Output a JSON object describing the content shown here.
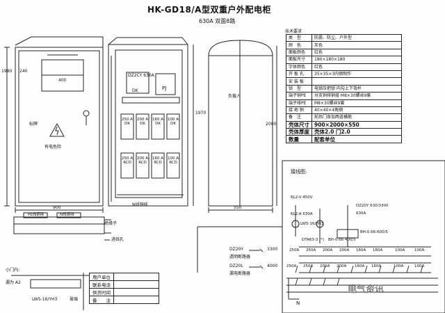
{
  "title": "HK-GD18/A型双重户外配电柜",
  "subtitle": "630A  双面8路",
  "front_view": {
    "height_dim": "1980",
    "top_dim": "240",
    "label_box_dim": "400",
    "width_dim": "900",
    "nameplate": "标牌",
    "warning": "有电危险",
    "plate_labels": [
      "PE线铜排",
      "N线铜排"
    ],
    "insulator_label": "绝缘子",
    "entry_label": "进线孔"
  },
  "interior_view": {
    "main_breaker": "DZ2CY 630A",
    "main_breaker_sub": "DK",
    "meter": "PJ",
    "top_breakers": [
      "250 A DK",
      "200 A DK",
      "160 A DK",
      "100 A DK"
    ],
    "bottom_breakers": [
      "250 A RCD",
      "200 A RCD",
      "160 A RCD",
      "100 A RCD"
    ],
    "busbar_label": "N线铜排",
    "height_dim": "1970"
  },
  "side_view": {
    "inner_label": "负载人",
    "height_dim": "2000",
    "depth_dim": "550"
  },
  "spec_table": {
    "caption": "技术要求",
    "rows": [
      [
        "类　型",
        "防震、防尘、户外型"
      ],
      [
        "颜　色",
        "灰色"
      ],
      [
        "面板颜色",
        "红色"
      ],
      [
        "面板尺寸",
        "180×180×180"
      ],
      [
        "字体颜色",
        "红色"
      ],
      [
        "开 板 孔",
        "35×35×3内钢制作"
      ],
      [
        "安 装 板",
        ""
      ],
      [
        "锁　型",
        "电锁压把锁 内勾上下弯杆"
      ],
      [
        "端子铜PE",
        "分支铜排铜接 M8×30螺丝9套"
      ],
      [
        "端子排PE",
        "M8×30螺丝9套"
      ],
      [
        "接 地 铜",
        "40×40×4角钢"
      ],
      [
        "备　注",
        "前后门各加两道横筋"
      ],
      [
        "壳体尺寸",
        "900×2000×550"
      ],
      [
        "壳体厚度",
        "壳体2.0  门2.0"
      ],
      [
        "数量",
        "配套单位"
      ]
    ]
  },
  "wiring": {
    "caption": "接线图:",
    "meter_left": "6L2-V 450V",
    "meter_left_sub": "6L2-A  630A",
    "meter_mid": "BH-0.66 400/5",
    "main_breaker": "DZ20Y 630/3300",
    "main_sub": "630A",
    "switch": "LW5-16/YH3",
    "surge": "BH-0.66-600/5",
    "rcd_label": "DTA63-3 (*)",
    "top_row": [
      "250A",
      "250A",
      "200A",
      "200A",
      "160A",
      "160A",
      "100A",
      "100A"
    ],
    "bottom_row": [
      "250A",
      "250A",
      "200A",
      "200A",
      "160A",
      "160A",
      "100A",
      "100A"
    ],
    "ground": "N",
    "legend": [
      {
        "code": "DZ20Y",
        "value": "3300",
        "desc": "透明断路器"
      },
      {
        "code": "DZ20L",
        "value": "4000",
        "desc": "漏电断路器"
      }
    ]
  },
  "small_door": {
    "title": "小门内:",
    "row1": "漏为 A2",
    "switch": "LW5-16/YH3",
    "note": "玻璃"
  },
  "bottom_table": [
    "用户单位",
    "联系电话",
    "供货时间",
    "备　　注"
  ],
  "watermark": "电气资讯"
}
